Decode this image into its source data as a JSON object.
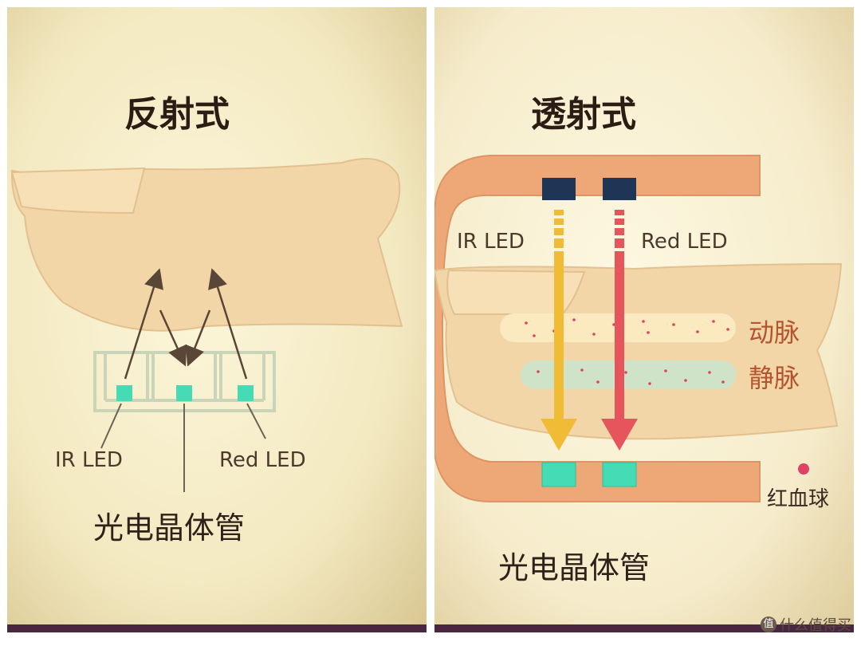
{
  "left": {
    "title": "反射式",
    "ir_label": "IR LED",
    "red_label": "Red LED",
    "sensor_label": "光电晶体管"
  },
  "right": {
    "title": "透射式",
    "ir_label": "IR LED",
    "red_label": "Red LED",
    "artery_label": "动脉",
    "vein_label": "静脉",
    "rbc_label": "红血球",
    "sensor_label": "光电晶体管"
  },
  "watermark": {
    "icon": "值",
    "text": "什么值得买"
  },
  "colors": {
    "finger": "#f3d6a8",
    "finger_outline": "#e3c08f",
    "clip": "#eea878",
    "emitter": "#1f3556",
    "detector": "#45dbb4",
    "ir_beam": "#f0bc35",
    "red_beam": "#e6545c",
    "vessel_text": "#b4552f",
    "rbc": "#e04063"
  }
}
